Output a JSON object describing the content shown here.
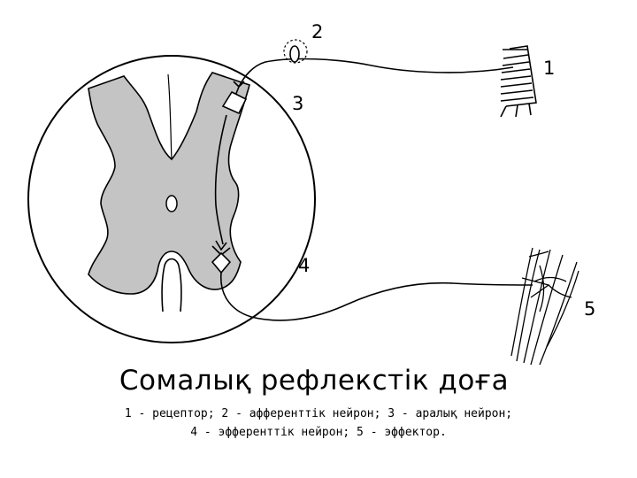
{
  "labels": {
    "receptor": "1",
    "afferent": "2",
    "interneuron": "3",
    "efferent": "4",
    "effector": "5"
  },
  "title": "Сомалық рефлекстік доға",
  "caption": {
    "line1": "1 - рецептор; 2 - афференттік нейрон; 3 - аралық нейрон;",
    "line2": "4 - эфференттік нейрон; 5 - эффектор."
  }
}
